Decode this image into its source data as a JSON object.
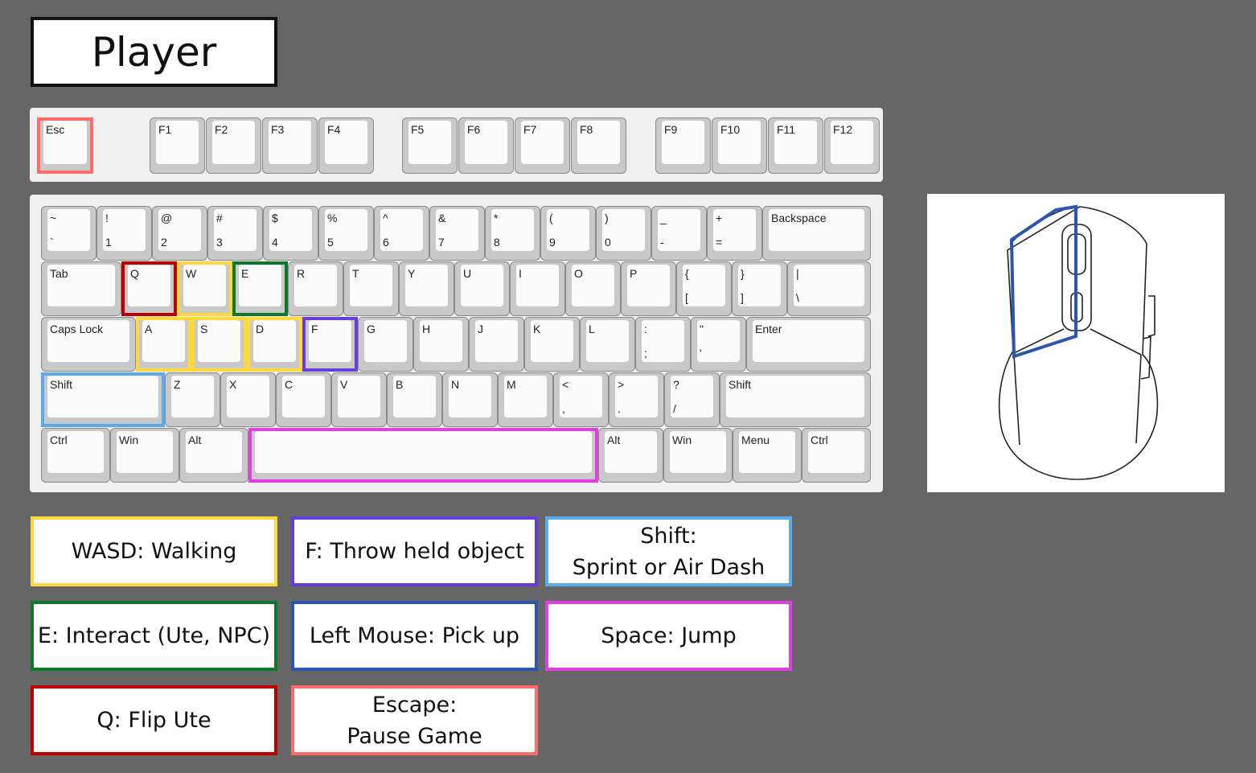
{
  "title": "Player",
  "colors": {
    "escape": "#ff6b6b",
    "flip": "#c00000",
    "walk": "#ffd83b",
    "interact": "#0a7a2a",
    "throw": "#6a3bdc",
    "sprint": "#5aaaf0",
    "jump": "#e040e0",
    "pickup": "#2a56b0"
  },
  "function_row": [
    {
      "top": "Esc",
      "hl": "escape"
    },
    {
      "top": "F1"
    },
    {
      "top": "F2"
    },
    {
      "top": "F3"
    },
    {
      "top": "F4"
    },
    {
      "top": "F5"
    },
    {
      "top": "F6"
    },
    {
      "top": "F7"
    },
    {
      "top": "F8"
    },
    {
      "top": "F9"
    },
    {
      "top": "F10"
    },
    {
      "top": "F11"
    },
    {
      "top": "F12"
    }
  ],
  "rows": [
    [
      {
        "top": "~",
        "bottom": "`"
      },
      {
        "top": "!",
        "bottom": "1"
      },
      {
        "top": "@",
        "bottom": "2"
      },
      {
        "top": "#",
        "bottom": "3"
      },
      {
        "top": "$",
        "bottom": "4"
      },
      {
        "top": "%",
        "bottom": "5"
      },
      {
        "top": "^",
        "bottom": "6"
      },
      {
        "top": "&",
        "bottom": "7"
      },
      {
        "top": "*",
        "bottom": "8"
      },
      {
        "top": "(",
        "bottom": "9"
      },
      {
        "top": ")",
        "bottom": "0"
      },
      {
        "top": "_",
        "bottom": "-"
      },
      {
        "top": "+",
        "bottom": "="
      },
      {
        "top": "Backspace"
      }
    ],
    [
      {
        "top": "Tab"
      },
      {
        "top": "Q",
        "hl": "flip"
      },
      {
        "top": "W",
        "hl": "walk"
      },
      {
        "top": "E",
        "hl": "interact"
      },
      {
        "top": "R"
      },
      {
        "top": "T"
      },
      {
        "top": "Y"
      },
      {
        "top": "U"
      },
      {
        "top": "I"
      },
      {
        "top": "O"
      },
      {
        "top": "P"
      },
      {
        "top": "{",
        "bottom": "["
      },
      {
        "top": "}",
        "bottom": "]"
      },
      {
        "top": "|",
        "bottom": "\\"
      }
    ],
    [
      {
        "top": "Caps Lock"
      },
      {
        "top": "A",
        "hl": "walk"
      },
      {
        "top": "S",
        "hl": "walk"
      },
      {
        "top": "D",
        "hl": "walk"
      },
      {
        "top": "F",
        "hl": "throw"
      },
      {
        "top": "G"
      },
      {
        "top": "H"
      },
      {
        "top": "J"
      },
      {
        "top": "K"
      },
      {
        "top": "L"
      },
      {
        "top": ":",
        "bottom": ";"
      },
      {
        "top": "\"",
        "bottom": "'"
      },
      {
        "top": "Enter"
      }
    ],
    [
      {
        "top": "Shift",
        "hl": "sprint"
      },
      {
        "top": "Z"
      },
      {
        "top": "X"
      },
      {
        "top": "C"
      },
      {
        "top": "V"
      },
      {
        "top": "B"
      },
      {
        "top": "N"
      },
      {
        "top": "M"
      },
      {
        "top": "<",
        "bottom": ","
      },
      {
        "top": ">",
        "bottom": "."
      },
      {
        "top": "?",
        "bottom": "/"
      },
      {
        "top": "Shift"
      }
    ],
    [
      {
        "top": "Ctrl"
      },
      {
        "top": "Win"
      },
      {
        "top": "Alt"
      },
      {
        "top": "",
        "hl": "jump"
      },
      {
        "top": "Alt"
      },
      {
        "top": "Win"
      },
      {
        "top": "Menu"
      },
      {
        "top": "Ctrl"
      }
    ]
  ],
  "legend": [
    {
      "text": "WASD: Walking",
      "color": "walk"
    },
    {
      "text": "F: Throw held object",
      "color": "throw"
    },
    {
      "text": "Shift:\nSprint or Air Dash",
      "color": "sprint"
    },
    {
      "text": "E: Interact (Ute, NPC)",
      "color": "interact"
    },
    {
      "text": "Left Mouse: Pick up",
      "color": "pickup"
    },
    {
      "text": "Space: Jump",
      "color": "jump"
    },
    {
      "text": "Q: Flip Ute",
      "color": "flip"
    },
    {
      "text": "Escape:\nPause Game",
      "color": "escape"
    }
  ]
}
